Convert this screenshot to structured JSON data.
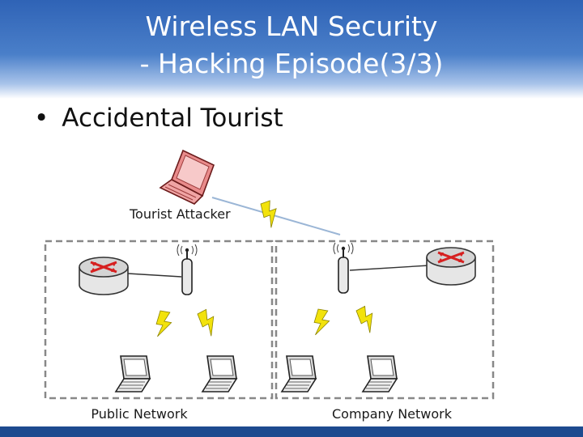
{
  "slide": {
    "title_line1": "Wireless LAN Security",
    "title_line2": "- Hacking Episode(3/3)",
    "bullet": "Accidental Tourist"
  },
  "diagram": {
    "attacker_label": "Tourist Attacker",
    "left_network_label": "Public Network",
    "right_network_label": "Company Network",
    "colors": {
      "title_bar": "#3b6fbf",
      "bottom_bar": "#1d4a8f",
      "attacker_laptop": "#e98b8b",
      "lightning": "#f2e20c",
      "router_arrows": "#d62020"
    },
    "icons": [
      "laptop-icon",
      "router-icon",
      "access-point-icon",
      "lightning-icon"
    ]
  }
}
